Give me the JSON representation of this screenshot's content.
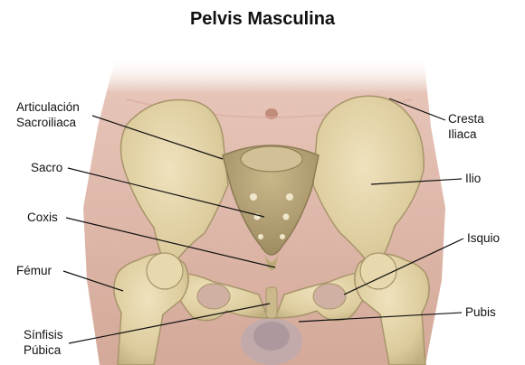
{
  "title": "Pelvis Masculina",
  "colors": {
    "bone": "#e4d3a6",
    "bone_shadow": "#b8a67a",
    "skin": "#ddb7a8",
    "skin_shadow": "#c89d8f",
    "leader_line": "#111111"
  },
  "labels": {
    "articulacion_line1": "Articulación",
    "articulacion_line2": "Sacroiliaca",
    "sacro": "Sacro",
    "coxis": "Coxis",
    "femur": "Fémur",
    "sinfisis_line1": "Sínfisis",
    "sinfisis_line2": "Púbica",
    "cresta_line1": "Cresta",
    "cresta_line2": "Iliaca",
    "ilio": "Ilio",
    "isquio": "Isquio",
    "pubis": "Pubis"
  }
}
